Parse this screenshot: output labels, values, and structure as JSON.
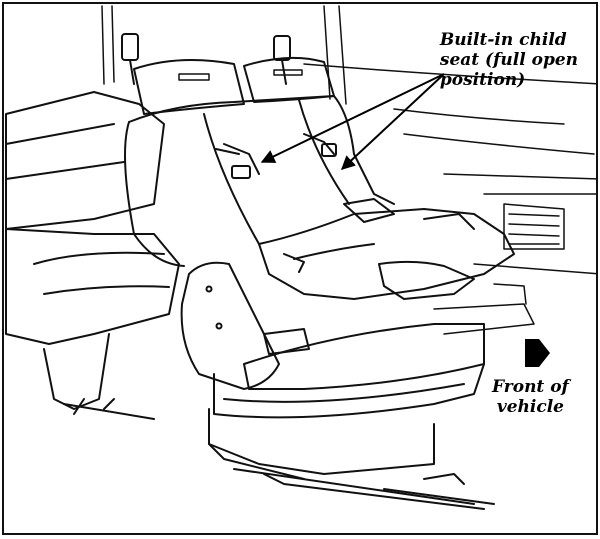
{
  "callouts": {
    "child_seat_line1": "Built-in child",
    "child_seat_line2": "seat (full open",
    "child_seat_line3": "position)",
    "front_line1": "Front of",
    "front_line2": "vehicle"
  }
}
